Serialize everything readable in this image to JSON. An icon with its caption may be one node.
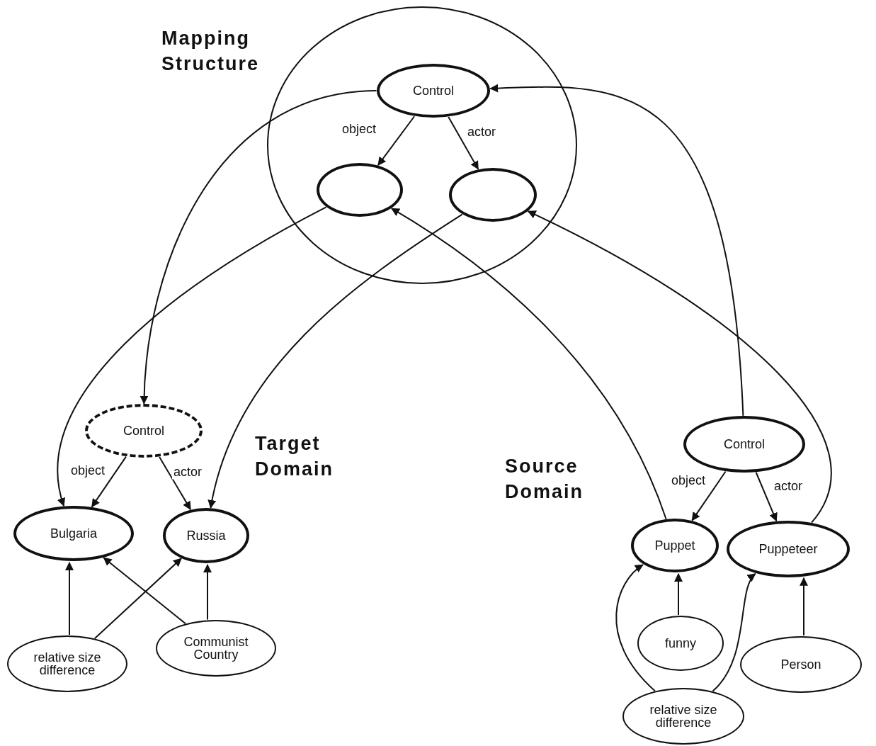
{
  "diagram": {
    "nodes": [
      {
        "text": [
          "Mapping Structure"
        ]
      },
      {
        "text": [
          "Control"
        ],
        "in": 0
      },
      {
        "text": [],
        "shape": "ellipse",
        "in": 0
      },
      {
        "text": [],
        "shape": "ellipse",
        "in": 0
      },
      {
        "text": [
          "Control"
        ]
      },
      {
        "text": [
          "Bulgaria"
        ]
      },
      {
        "text": [
          "Russia"
        ]
      },
      {
        "text": [
          "relative size difference"
        ]
      },
      {
        "text": [
          "Communist Country"
        ]
      },
      {
        "text": [
          "Control"
        ]
      },
      {
        "text": [
          "Puppet"
        ]
      },
      {
        "text": [
          "Puppeteer"
        ]
      },
      {
        "text": [
          "funny"
        ]
      },
      {
        "text": [
          "relative size difference"
        ]
      },
      {
        "text": [
          "Person"
        ]
      }
    ],
    "edges": [
      {
        "from": 1,
        "to": 2,
        "arrow": "to",
        "label": "object"
      },
      {
        "from": 1,
        "to": 3,
        "arrow": "to",
        "label": "actor"
      },
      {
        "from": 1,
        "to": 4,
        "arrow": "to"
      },
      {
        "from": 2,
        "to": 5,
        "arrow": "to"
      },
      {
        "from": 3,
        "to": 6,
        "arrow": "to"
      },
      {
        "from": 4,
        "to": 5,
        "arrow": "to",
        "label": "object"
      },
      {
        "from": 4,
        "to": 6,
        "arrow": "to",
        "label": "actor"
      },
      {
        "from": 7,
        "to": 5,
        "arrow": "to"
      },
      {
        "from": 8,
        "to": 5,
        "arrow": "to"
      },
      {
        "from": 7,
        "to": 6,
        "arrow": "to"
      },
      {
        "from": 8,
        "to": 6,
        "arrow": "to"
      },
      {
        "from": 9,
        "to": 1,
        "arrow": "to"
      },
      {
        "from": 10,
        "to": 2,
        "arrow": "to"
      },
      {
        "from": 11,
        "to": 3,
        "arrow": "to"
      },
      {
        "from": 9,
        "to": 10,
        "arrow": "to",
        "label": "object"
      },
      {
        "from": 9,
        "to": 11,
        "arrow": "to",
        "label": "actor"
      },
      {
        "from": 12,
        "to": 10,
        "arrow": "to"
      },
      {
        "from": 13,
        "to": 10,
        "arrow": "to"
      },
      {
        "from": 13,
        "to": 11,
        "arrow": "to"
      },
      {
        "from": 14,
        "to": 11,
        "arrow": "to"
      }
    ],
    "labels": [
      "Target Domain",
      "Source Domain"
    ]
  }
}
